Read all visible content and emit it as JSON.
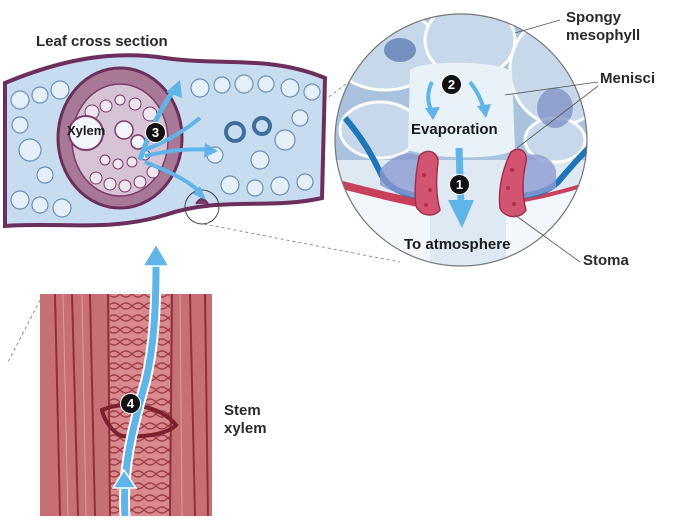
{
  "labels": {
    "leaf_cross_section": "Leaf cross section",
    "xylem": "Xylem",
    "spongy_line1": "Spongy",
    "spongy_line2": "mesophyll",
    "menisci": "Menisci",
    "evaporation": "Evaporation",
    "to_atmosphere": "To atmosphere",
    "stoma": "Stoma",
    "stem_line1": "Stem",
    "stem_line2": "xylem"
  },
  "steps": {
    "s1": "1",
    "s2": "2",
    "s3": "3",
    "s4": "4"
  },
  "colors": {
    "water_arrow": "#5fb4e8",
    "tissue_purple": "#7d3a6a",
    "cell_blue": "#b9d3ea",
    "stem_red": "#c2545c",
    "guard_cell": "#c8405a",
    "membrane_blue": "#1e76b8"
  }
}
